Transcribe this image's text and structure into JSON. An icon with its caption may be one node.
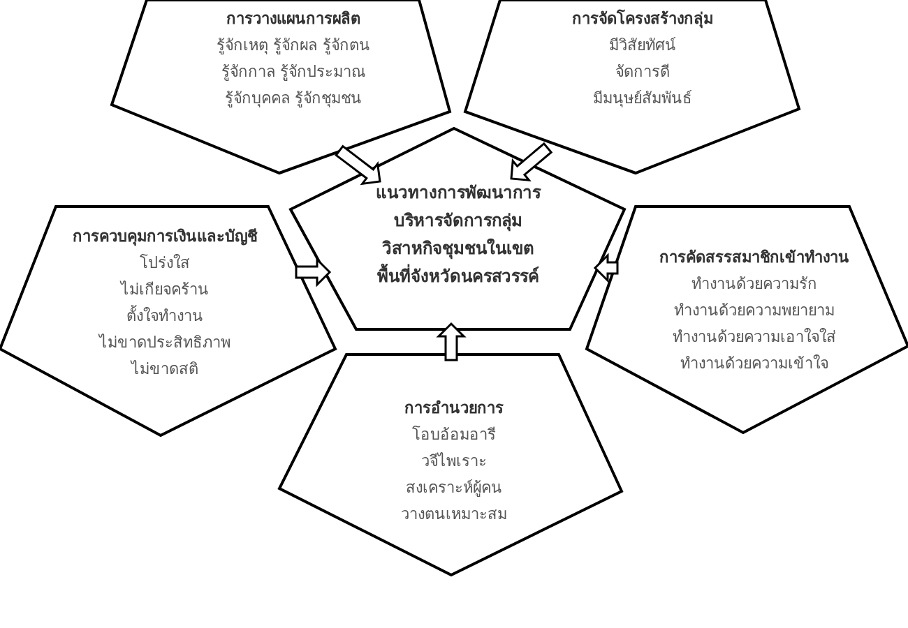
{
  "diagram": {
    "nodes": [
      {
        "text": [
          "การวางแผนการผลิต",
          "รู้จักเหตุ รู้จักผล รู้จักตน",
          "รู้จักกาล รู้จักประมาณ",
          "รู้จักบุคคล รู้จักชุมชน"
        ]
      },
      {
        "text": [
          "การจัดโครงสร้างกลุ่ม",
          "มีวิสัยทัศน์",
          "จัดการดี",
          "มีมนุษย์สัมพันธ์"
        ]
      },
      {
        "text": [
          "การควบคุมการเงินและบัญชี",
          "โปร่งใส",
          "ไม่เกียจคร้าน",
          "ตั้งใจทำงาน",
          "ไม่ขาดประสิทธิภาพ",
          "ไม่ขาดสติ"
        ]
      },
      {
        "text": [
          "แนวทางการพัฒนาการบริหารจัดการกลุ่มวิสาหกิจชุมชนในเขตพื้นที่จังหวัดนครสวรรค์"
        ]
      },
      {
        "text": [
          "การคัดสรรสมาชิกเข้าทำงาน",
          "ทำงานด้วยความรัก",
          "ทำงานด้วยความพยายาม",
          "ทำงานด้วยความเอาใจใส่",
          "ทำงานด้วยความเข้าใจ"
        ]
      },
      {
        "text": [
          "การอำนวยการ",
          "โอบอ้อมอารี",
          "วจีไพเราะ",
          "สงเคราะห์ผู้คน",
          "วางตนเหมาะสม"
        ]
      }
    ],
    "edges": [
      {
        "from": 0,
        "to": 3,
        "arrow": "to"
      },
      {
        "from": 1,
        "to": 3,
        "arrow": "to"
      },
      {
        "from": 2,
        "to": 3,
        "arrow": "to"
      },
      {
        "from": 4,
        "to": 3,
        "arrow": "to"
      },
      {
        "from": 5,
        "to": 3,
        "arrow": "to"
      }
    ]
  }
}
